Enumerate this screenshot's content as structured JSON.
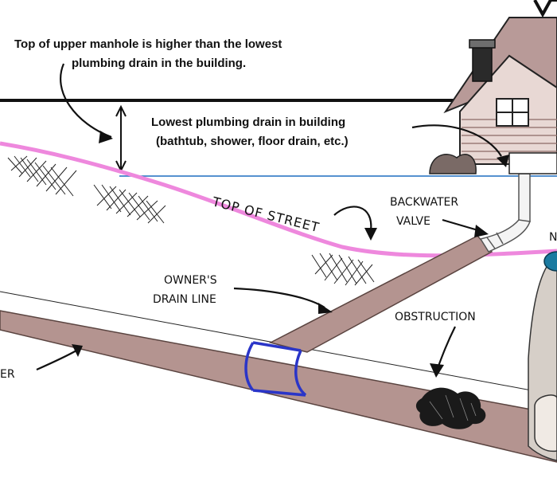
{
  "annotations": {
    "manhole_note_line1": "Top of upper manhole is higher than the lowest",
    "manhole_note_line2": "plumbing drain in the building.",
    "lowest_drain_line1": "Lowest plumbing drain in building",
    "lowest_drain_line2": "(bathtub, shower, floor drain, etc.)",
    "top_of_street": "TOP OF STREET",
    "backwater_line1": "BACKWATER",
    "backwater_line2": "VALVE",
    "owners_line1": "OWNER'S",
    "owners_line2": "DRAIN LINE",
    "obstruction": "OBSTRUCTION",
    "sewer_fragment": "ER",
    "corner_fragment": "N"
  },
  "colors": {
    "pipe": "#b49490",
    "pipe_outline": "#5a4440",
    "street_line": "#ee88dd",
    "coupling": "#2a35c8",
    "manhole_top": "#1a7aa0",
    "ground_line": "#1e6fc0",
    "house_roof": "#b89a98",
    "house_wall": "#e8d8d4"
  }
}
